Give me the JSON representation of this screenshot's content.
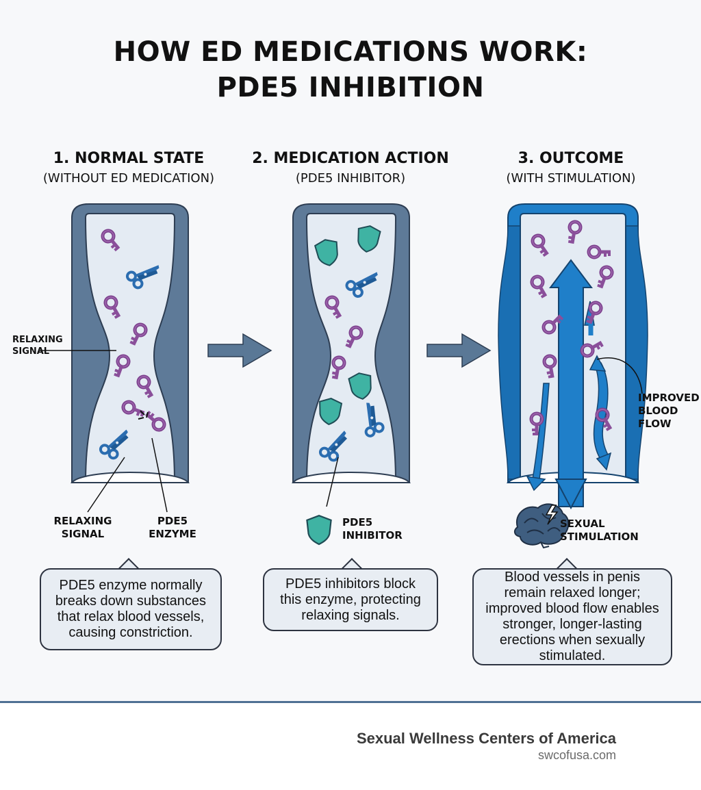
{
  "title": {
    "line1": "HOW ED MEDICATIONS WORK:",
    "line2": "PDE5 INHIBITION"
  },
  "panels": [
    {
      "heading": "1. NORMAL STATE",
      "subheading": "(WITHOUT ED MEDICATION)",
      "side_label": "RELAXING\nSIGNAL",
      "bottom_labels": [
        "RELAXING\nSIGNAL",
        "PDE5\nENZYME"
      ],
      "bubble": "PDE5 enzyme normally breaks down substances that relax blood vessels, causing constriction."
    },
    {
      "heading": "2. MEDICATION ACTION",
      "subheading": "(PDE5 INHIBITOR)",
      "bottom_label": "PDE5\nINHIBITOR",
      "bubble": "PDE5 inhibitors block this enzyme, protecting relaxing signals."
    },
    {
      "heading": "3. OUTCOME",
      "subheading": "(WITH STIMULATION)",
      "side_label": "IMPROVED\nBLOOD\nFLOW",
      "bottom_label": "SEXUAL\nSTIMULATION",
      "bubble": "Blood vessels in penis remain relaxed longer; improved blood flow enables stronger, longer-lasting erections when sexually stimulated."
    }
  ],
  "footer": {
    "brand": "Sexual Wellness Centers of America",
    "url": "swcofusa.com"
  },
  "colors": {
    "vessel_wall": "#5e7a98",
    "vessel_wall_dilated": "#1f7fc9",
    "lumen": "#e4ebf3",
    "key": "#8a4f9a",
    "scissors": "#2b6db0",
    "shield": "#3fb3a3",
    "arrow": "#5a7896",
    "logo_red": "#c8324a",
    "logo_blue": "#2f6ea8"
  },
  "icons": [
    "key-icon",
    "scissors-icon",
    "shield-icon",
    "brain-icon",
    "lightning-icon",
    "gender-symbol-icon"
  ]
}
